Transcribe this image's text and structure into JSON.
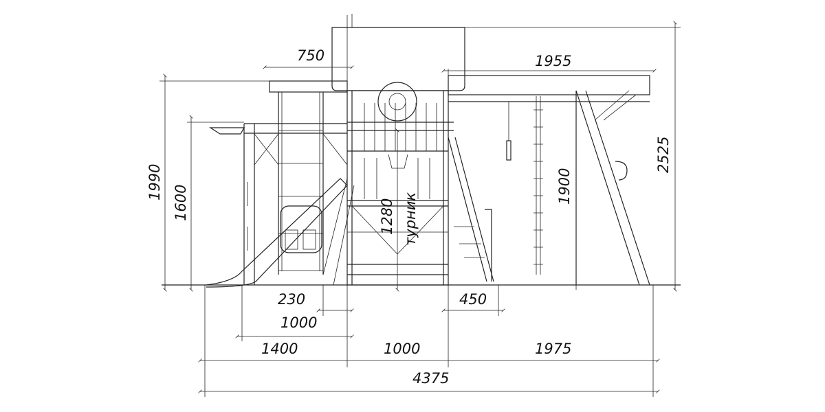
{
  "dimensions": {
    "roof_width": "750",
    "beam_length": "1955",
    "total_height": "2525",
    "platform_height": "1990",
    "slide_height": "1600",
    "bar_height": "1280",
    "bar_label": "турник",
    "swing_height": "1900",
    "ladder_offset": "230",
    "slide_base": "1000",
    "ladder_base": "450",
    "left_section": "1400",
    "middle_section": "1000",
    "right_section": "1975",
    "total_length": "4375"
  }
}
